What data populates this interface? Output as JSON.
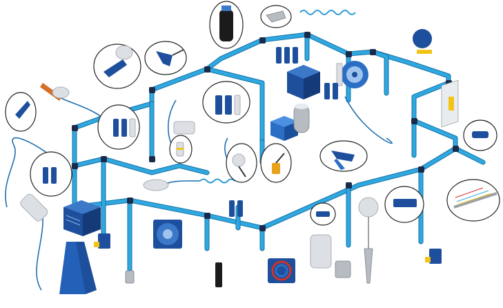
{
  "scene": {
    "palette": {
      "pipe": "#2fa8df",
      "pipe_edge": "#1770a6",
      "equipment_blue": "#1d4f9c",
      "accent_yellow": "#f2c418",
      "steel_grey": "#b7bcc2"
    },
    "components": [
      {
        "name": "compressor-unit-left",
        "icon": "compressor-cabinet-icon"
      },
      {
        "name": "compressor-unit-center",
        "icon": "compressor-cabinet-icon"
      },
      {
        "name": "air-receiver-tank",
        "icon": "tank-icon"
      },
      {
        "name": "refrigerated-dryer",
        "icon": "dryer-icon"
      },
      {
        "name": "hose-reel-wall",
        "icon": "hose-reel-icon"
      },
      {
        "name": "hose-reel-floor",
        "icon": "hose-reel-icon"
      },
      {
        "name": "frl-units",
        "icon": "filter-regulator-icon"
      },
      {
        "name": "blow-gun",
        "icon": "blow-gun-icon"
      },
      {
        "name": "spray-gun",
        "icon": "spray-gun-icon"
      },
      {
        "name": "inflator-gauge",
        "icon": "tire-inflator-icon"
      },
      {
        "name": "oil-can",
        "icon": "oil-can-icon"
      },
      {
        "name": "balancer",
        "icon": "balancer-icon"
      },
      {
        "name": "drain-valve",
        "icon": "drain-valve-icon"
      },
      {
        "name": "coiled-hoses",
        "icon": "coil-hose-icon"
      }
    ]
  }
}
